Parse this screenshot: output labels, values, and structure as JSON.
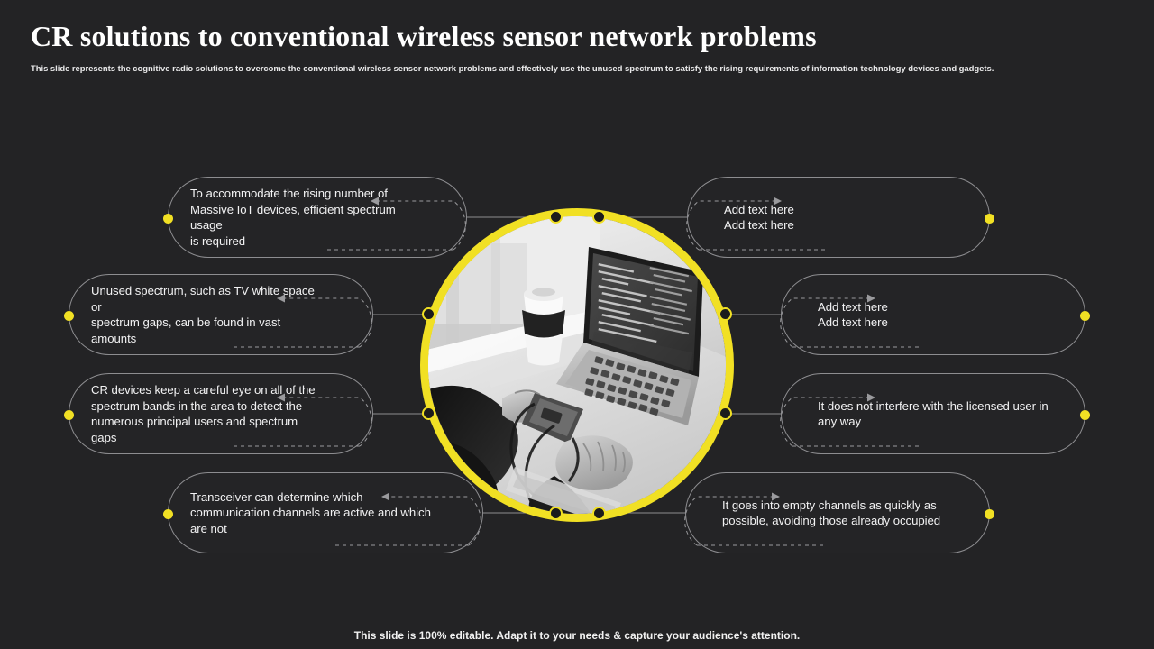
{
  "slide": {
    "title": "CR solutions to conventional wireless sensor network problems",
    "subtitle": "This slide represents the cognitive radio solutions to overcome the conventional wireless sensor network problems and effectively use the unused spectrum to satisfy the rising requirements of information technology devices and gadgets.",
    "footer": "This slide is 100% editable. Adapt it to your needs & capture your audience's attention."
  },
  "colors": {
    "background": "#232325",
    "accent_yellow": "#F1E024",
    "pill_border": "#8d8d90",
    "text": "#f2f2f3"
  },
  "center": {
    "image_alt": "grayscale photo of person working on a laptop with a coffee cup and a handheld device",
    "icon": "laptop-photo"
  },
  "left_items": [
    {
      "text": "To accommodate the rising number of\nMassive IoT devices, efficient spectrum usage\nis required"
    },
    {
      "text": "Unused spectrum, such as TV white space or\nspectrum gaps, can be found in vast amounts"
    },
    {
      "text": "CR devices keep a careful eye on all of the\nspectrum bands in the area to detect the\nnumerous principal users and spectrum gaps"
    },
    {
      "text": "Transceiver can determine which\ncommunication channels are active and which\nare not"
    }
  ],
  "right_items": [
    {
      "text": "Add text here\nAdd text here"
    },
    {
      "text": "Add text here\nAdd text here"
    },
    {
      "text": "It does not interfere with the licensed user in\nany way"
    },
    {
      "text": "It goes into empty channels as quickly as\npossible, avoiding those already occupied"
    }
  ]
}
